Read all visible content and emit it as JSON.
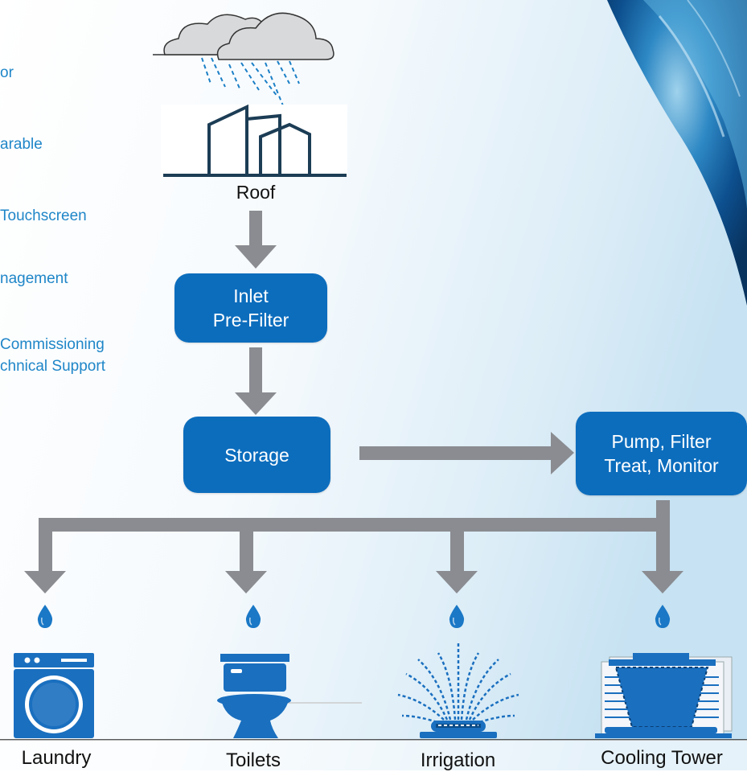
{
  "side_text": [
    "or",
    "arable",
    "Touchscreen",
    "nagement",
    "Commissioning",
    "chnical Support"
  ],
  "flow": {
    "roof": "Roof",
    "inlet": [
      "Inlet",
      "Pre-Filter"
    ],
    "storage": "Storage",
    "pump": [
      "Pump, Filter",
      "Treat, Monitor"
    ]
  },
  "outputs": [
    "Laundry",
    "Toilets",
    "Irrigation",
    "Cooling Tower"
  ],
  "colors": {
    "box_blue": "#0c6dbd",
    "arrow_gray": "#8a8c91",
    "side_text_blue": "#1f86c8",
    "drop_blue": "#1a78c6",
    "building_navy": "#1c3d55"
  },
  "icons": [
    "cloud-rain-icon",
    "building-icon",
    "water-drop-icon",
    "washing-machine-icon",
    "toilet-icon",
    "sprinkler-icon",
    "cooling-tower-icon"
  ]
}
